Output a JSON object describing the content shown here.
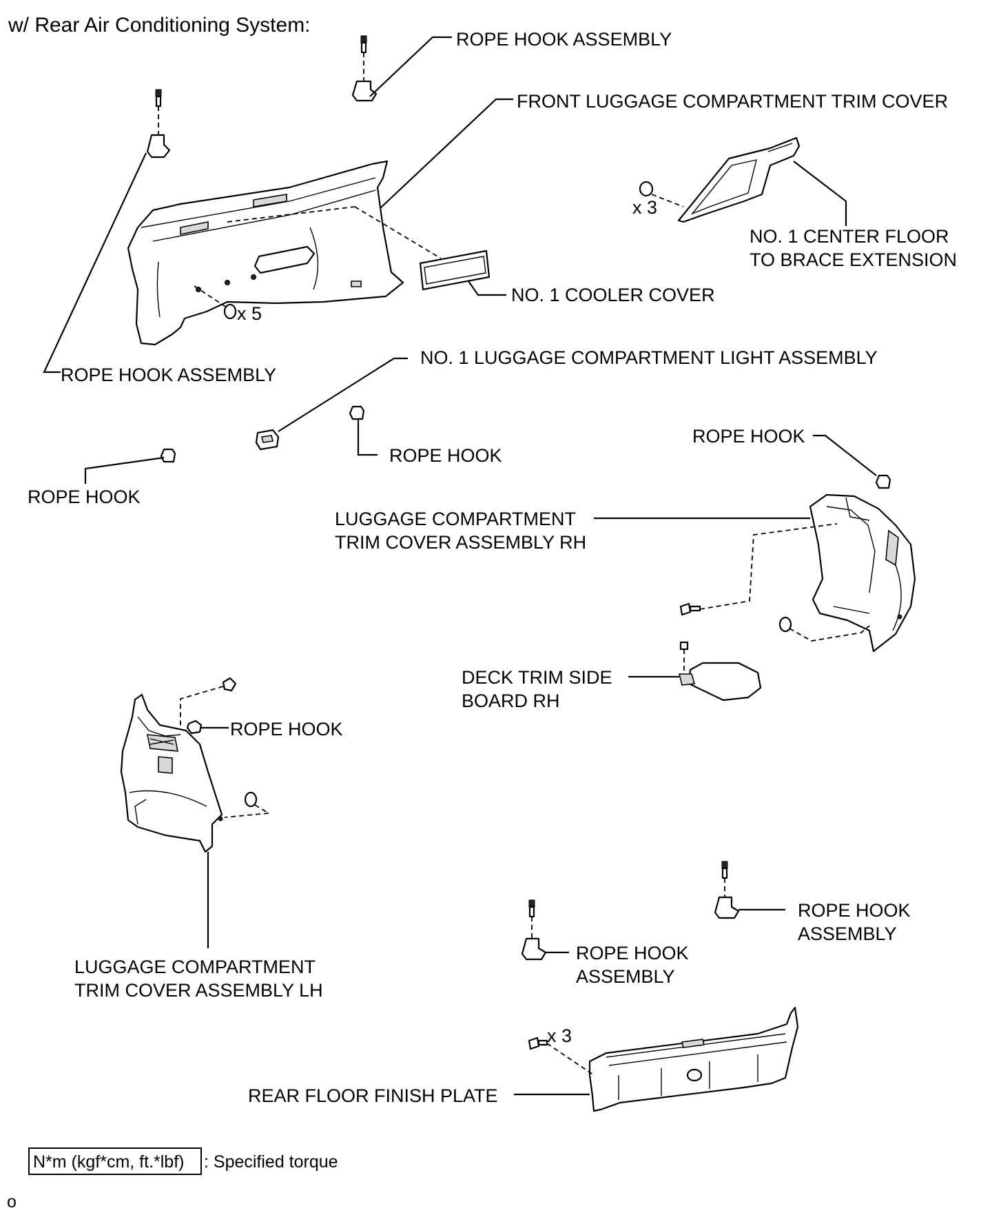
{
  "header": {
    "title": "w/ Rear Air Conditioning System:"
  },
  "labels": {
    "rope_hook_assembly_top": "ROPE HOOK ASSEMBLY",
    "front_trim_cover": "FRONT LUGGAGE COMPARTMENT TRIM COVER",
    "no1_center_floor_line1": "NO. 1 CENTER FLOOR",
    "no1_center_floor_line2": "TO BRACE EXTENSION",
    "qty_x3_top": "x 3",
    "no1_cooler_cover": "NO. 1 COOLER COVER",
    "qty_x5": "x 5",
    "rope_hook_assembly_left": "ROPE HOOK ASSEMBLY",
    "light_assembly": "NO. 1 LUGGAGE COMPARTMENT LIGHT ASSEMBLY",
    "rope_hook_center": "ROPE HOOK",
    "rope_hook_left": "ROPE HOOK",
    "rope_hook_right": "ROPE HOOK",
    "trim_rh_line1": "LUGGAGE COMPARTMENT",
    "trim_rh_line2": "TRIM COVER ASSEMBLY RH",
    "deck_trim_line1": "DECK TRIM SIDE",
    "deck_trim_line2": "BOARD RH",
    "rope_hook_lh": "ROPE HOOK",
    "trim_lh_line1": "LUGGAGE COMPARTMENT",
    "trim_lh_line2": "TRIM COVER ASSEMBLY LH",
    "rope_hook_asm_br_line1": "ROPE HOOK",
    "rope_hook_asm_br_line2": "ASSEMBLY",
    "rope_hook_asm_bc_line1": "ROPE HOOK",
    "rope_hook_asm_bc_line2": "ASSEMBLY",
    "qty_x3_bottom": "x 3",
    "rear_floor_plate": "REAR FLOOR FINISH PLATE"
  },
  "legend": {
    "torque_unit": "N*m (kgf*cm, ft.*lbf)",
    "torque_desc": ": Specified torque"
  },
  "footer": {
    "code": "o"
  }
}
